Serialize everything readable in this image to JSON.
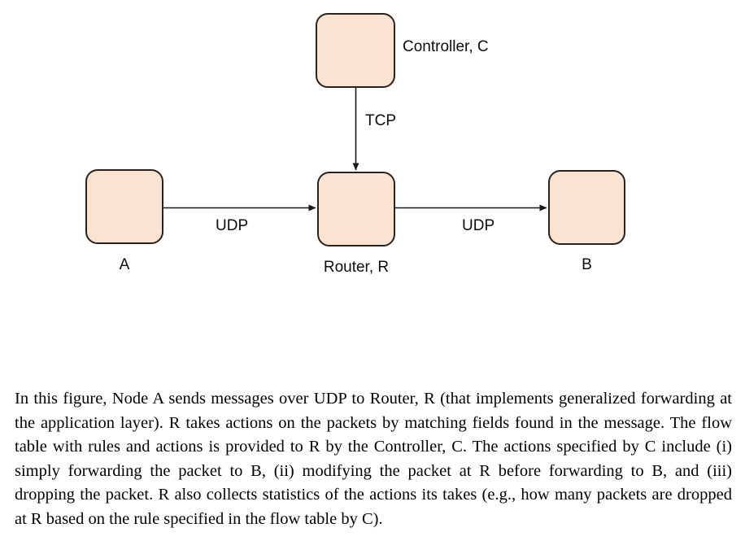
{
  "figure": {
    "type": "network-topology-diagram",
    "node_fill_color": "#fae3d0",
    "node_border_color": "#2b2220",
    "connector_color": "#1a1a1a",
    "nodes": [
      {
        "id": "controller",
        "label": "Controller, C",
        "label_position": "right"
      },
      {
        "id": "a",
        "label": "A",
        "label_position": "below"
      },
      {
        "id": "router",
        "label": "Router, R",
        "label_position": "below"
      },
      {
        "id": "b",
        "label": "B",
        "label_position": "below"
      }
    ],
    "links": [
      {
        "id": "controller-router",
        "label": "TCP",
        "from": "controller",
        "to": "router",
        "direction": "down"
      },
      {
        "id": "a-router",
        "label": "UDP",
        "from": "a",
        "to": "router",
        "direction": "right"
      },
      {
        "id": "router-b",
        "label": "UDP",
        "from": "router",
        "to": "b",
        "direction": "right"
      }
    ]
  },
  "caption": {
    "text": "In this figure, Node A sends messages over UDP to Router, R (that implements generalized forwarding at the application layer). R takes actions on the packets by matching fields found in the message. The flow table with rules and actions is provided to R by the Controller, C. The actions specified by C include (i) simply forwarding the packet to B, (ii) modifying the packet at R before forwarding to B, and (iii) dropping the packet. R also collects statistics of the actions its takes (e.g., how many packets are dropped at R based on the rule specified in the flow table by C)."
  }
}
